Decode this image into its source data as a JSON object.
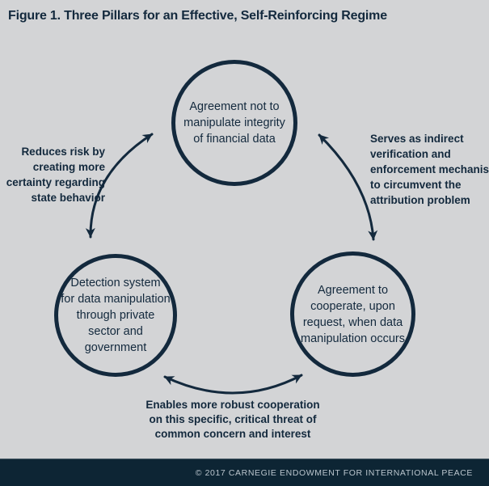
{
  "title": "Figure 1. Three Pillars for an Effective, Self-Reinforcing Regime",
  "colors": {
    "background": "#d3d4d6",
    "ink": "#13293d",
    "footer_background": "#0d2534",
    "footer_text": "#bac5cd"
  },
  "nodes": {
    "top": {
      "lines": [
        "Agreement not to",
        "manipulate integrity",
        "of financial data"
      ]
    },
    "bottom_left": {
      "lines": [
        "Detection system",
        "for data manipulation",
        "through private",
        "sector and",
        "government"
      ]
    },
    "bottom_right": {
      "lines": [
        "Agreement to",
        "cooperate, upon",
        "request, when data",
        "manipulation occurs"
      ]
    }
  },
  "edge_labels": {
    "left": {
      "lines": [
        "Reduces risk by",
        "creating more",
        "certainty regarding",
        "state behavior"
      ]
    },
    "right": {
      "lines": [
        "Serves as indirect",
        "verification and",
        "enforcement mechanism",
        "to circumvent the",
        "attribution problem"
      ]
    },
    "bottom": {
      "lines": [
        "Enables more robust cooperation",
        "on this specific, critical threat of",
        "common concern and interest"
      ]
    }
  },
  "footer": {
    "credit": "© 2017 CARNEGIE ENDOWMENT FOR INTERNATIONAL PEACE"
  }
}
